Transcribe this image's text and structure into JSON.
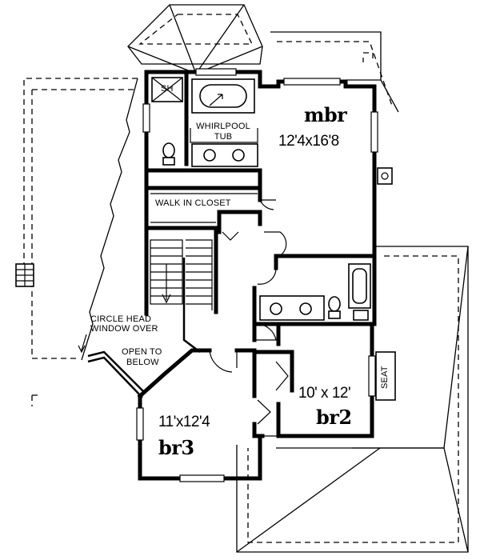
{
  "plan": {
    "rooms": {
      "mbr": {
        "name": "mbr",
        "size": "12'4x16'8"
      },
      "br2": {
        "name": "br2",
        "size": "10' x 12'"
      },
      "br3": {
        "name": "br3",
        "size": "11'x12'4"
      }
    },
    "labels": {
      "shower": "SH",
      "whirlpool_line1": "WHIRLPOOL",
      "whirlpool_line2": "TUB",
      "walk_in_closet": "WALK IN CLOSET",
      "circle_head_line1": "CIRCLE HEAD",
      "circle_head_line2": "WINDOW OVER",
      "open_line1": "OPEN TO",
      "open_line2": "BELOW",
      "seat": "SEAT"
    }
  }
}
